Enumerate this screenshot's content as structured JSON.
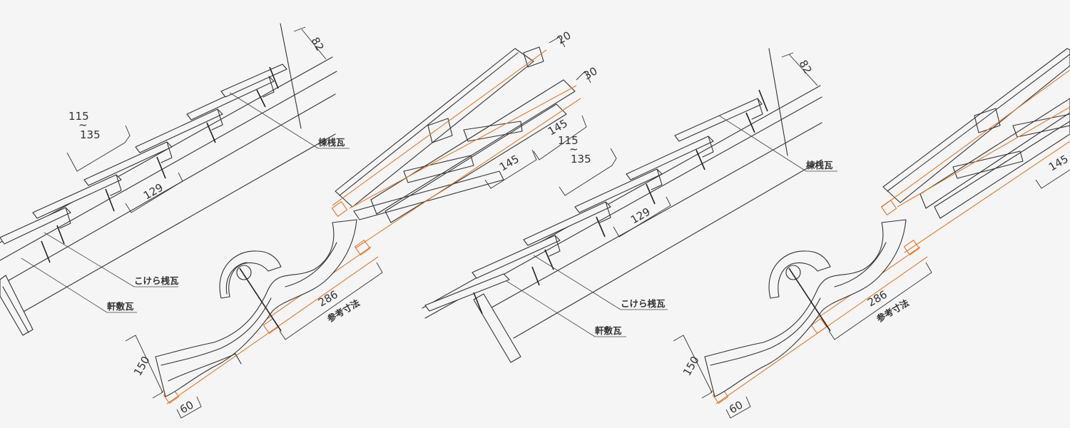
{
  "colors": {
    "background": "#f5f5f5",
    "line": "#333333",
    "accent": "#e07a2e"
  },
  "left": {
    "labels": {
      "ridge_tile": "棟桟瓦",
      "verge_tile": "こけら桟瓦",
      "eave_tile": "軒敷瓦"
    },
    "dims": {
      "top": "82",
      "spacing_top": "115",
      "spacing_tilde": "~",
      "spacing_bottom": "135",
      "lap": "129"
    }
  },
  "center": {
    "dims": {
      "d20": "20",
      "d30": "30",
      "d145a": "145",
      "d145b": "145",
      "d286": "286",
      "d150": "150",
      "d60": "60"
    },
    "ref_label": "参考寸法"
  },
  "right": {
    "labels": {
      "ridge_tile": "棟桟瓦",
      "verge_tile": "こけら桟瓦",
      "eave_tile": "軒敷瓦"
    },
    "dims": {
      "top": "82",
      "spacing_top": "115",
      "spacing_tilde": "~",
      "spacing_bottom": "135",
      "lap": "129"
    }
  },
  "far_right": {
    "dims": {
      "d145": "145",
      "d286": "286",
      "d150": "150",
      "d60": "60"
    },
    "ref_label": "参考寸法"
  }
}
